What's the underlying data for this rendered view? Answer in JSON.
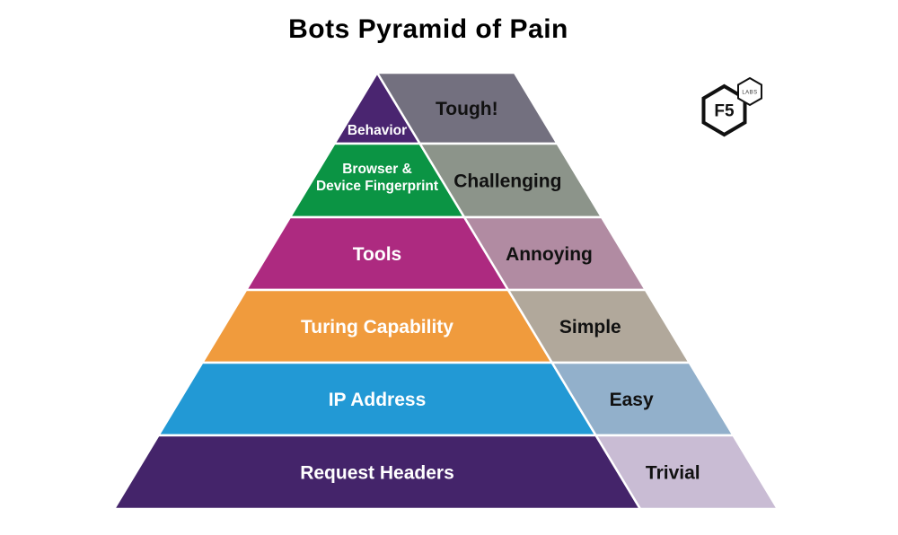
{
  "title": "Bots Pyramid of Pain",
  "logo": {
    "main": "F5",
    "sub": "LABS"
  },
  "style": {
    "background": "#ffffff",
    "title_color": "#000000",
    "level_text_color": "#ffffff",
    "difficulty_text_color": "#111111",
    "divider_color": "#ffffff"
  },
  "pyramid": {
    "levels": [
      {
        "name": "Behavior",
        "difficulty": "Tough!",
        "color": "#4a2570",
        "shadow_color": "#73707f"
      },
      {
        "name": "Browser & Device Fingerprint",
        "name_lines": [
          "Browser &",
          "Device Fingerprint"
        ],
        "difficulty": "Challenging",
        "color": "#0b9444",
        "shadow_color": "#8c948a"
      },
      {
        "name": "Tools",
        "difficulty": "Annoying",
        "color": "#ad2a80",
        "shadow_color": "#b18ba2"
      },
      {
        "name": "Turing Capability",
        "difficulty": "Simple",
        "color": "#f09b3d",
        "shadow_color": "#b1a89b"
      },
      {
        "name": "IP Address",
        "difficulty": "Easy",
        "color": "#2299d5",
        "shadow_color": "#92b0cb"
      },
      {
        "name": "Request Headers",
        "difficulty": "Trivial",
        "color": "#44246a",
        "shadow_color": "#c9bcd4"
      }
    ]
  }
}
